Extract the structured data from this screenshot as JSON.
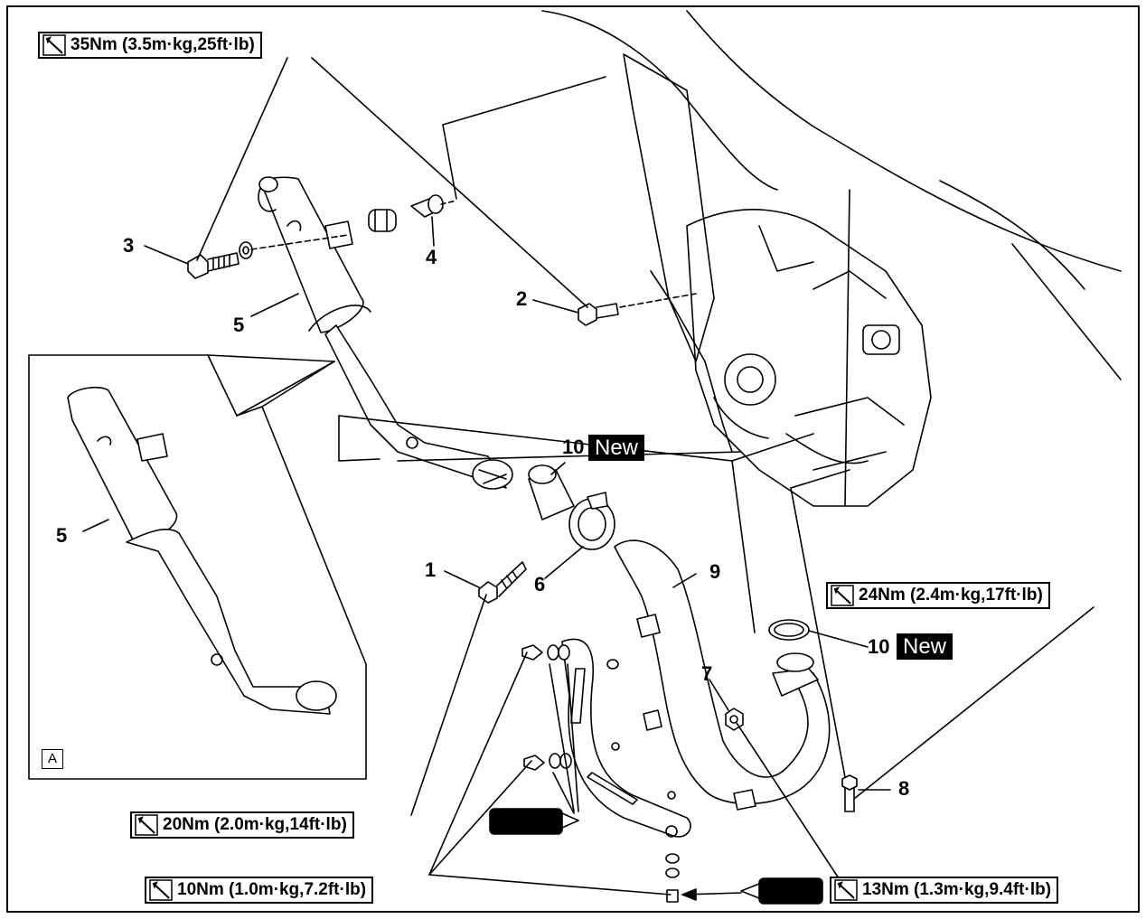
{
  "torque_labels": {
    "t35": "35Nm (3.5m·kg,25ft·lb)",
    "t24": "24Nm (2.4m·kg,17ft·lb)",
    "t20": "20Nm (2.0m·kg,14ft·lb)",
    "t10": "10Nm (1.0m·kg,7.2ft·lb)",
    "t13": "13Nm (1.3m·kg,9.4ft·lb)"
  },
  "callouts": {
    "c1": "1",
    "c2": "2",
    "c3": "3",
    "c4": "4",
    "c5a": "5",
    "c5b": "5",
    "c6": "6",
    "c7": "7",
    "c8": "8",
    "c9": "9",
    "c10a": "10",
    "c10b": "10"
  },
  "new_tag": "New",
  "inset_label": "A",
  "icons": {
    "torque": "torque-wrench-icon",
    "sealant": "thread-locker-icon"
  }
}
